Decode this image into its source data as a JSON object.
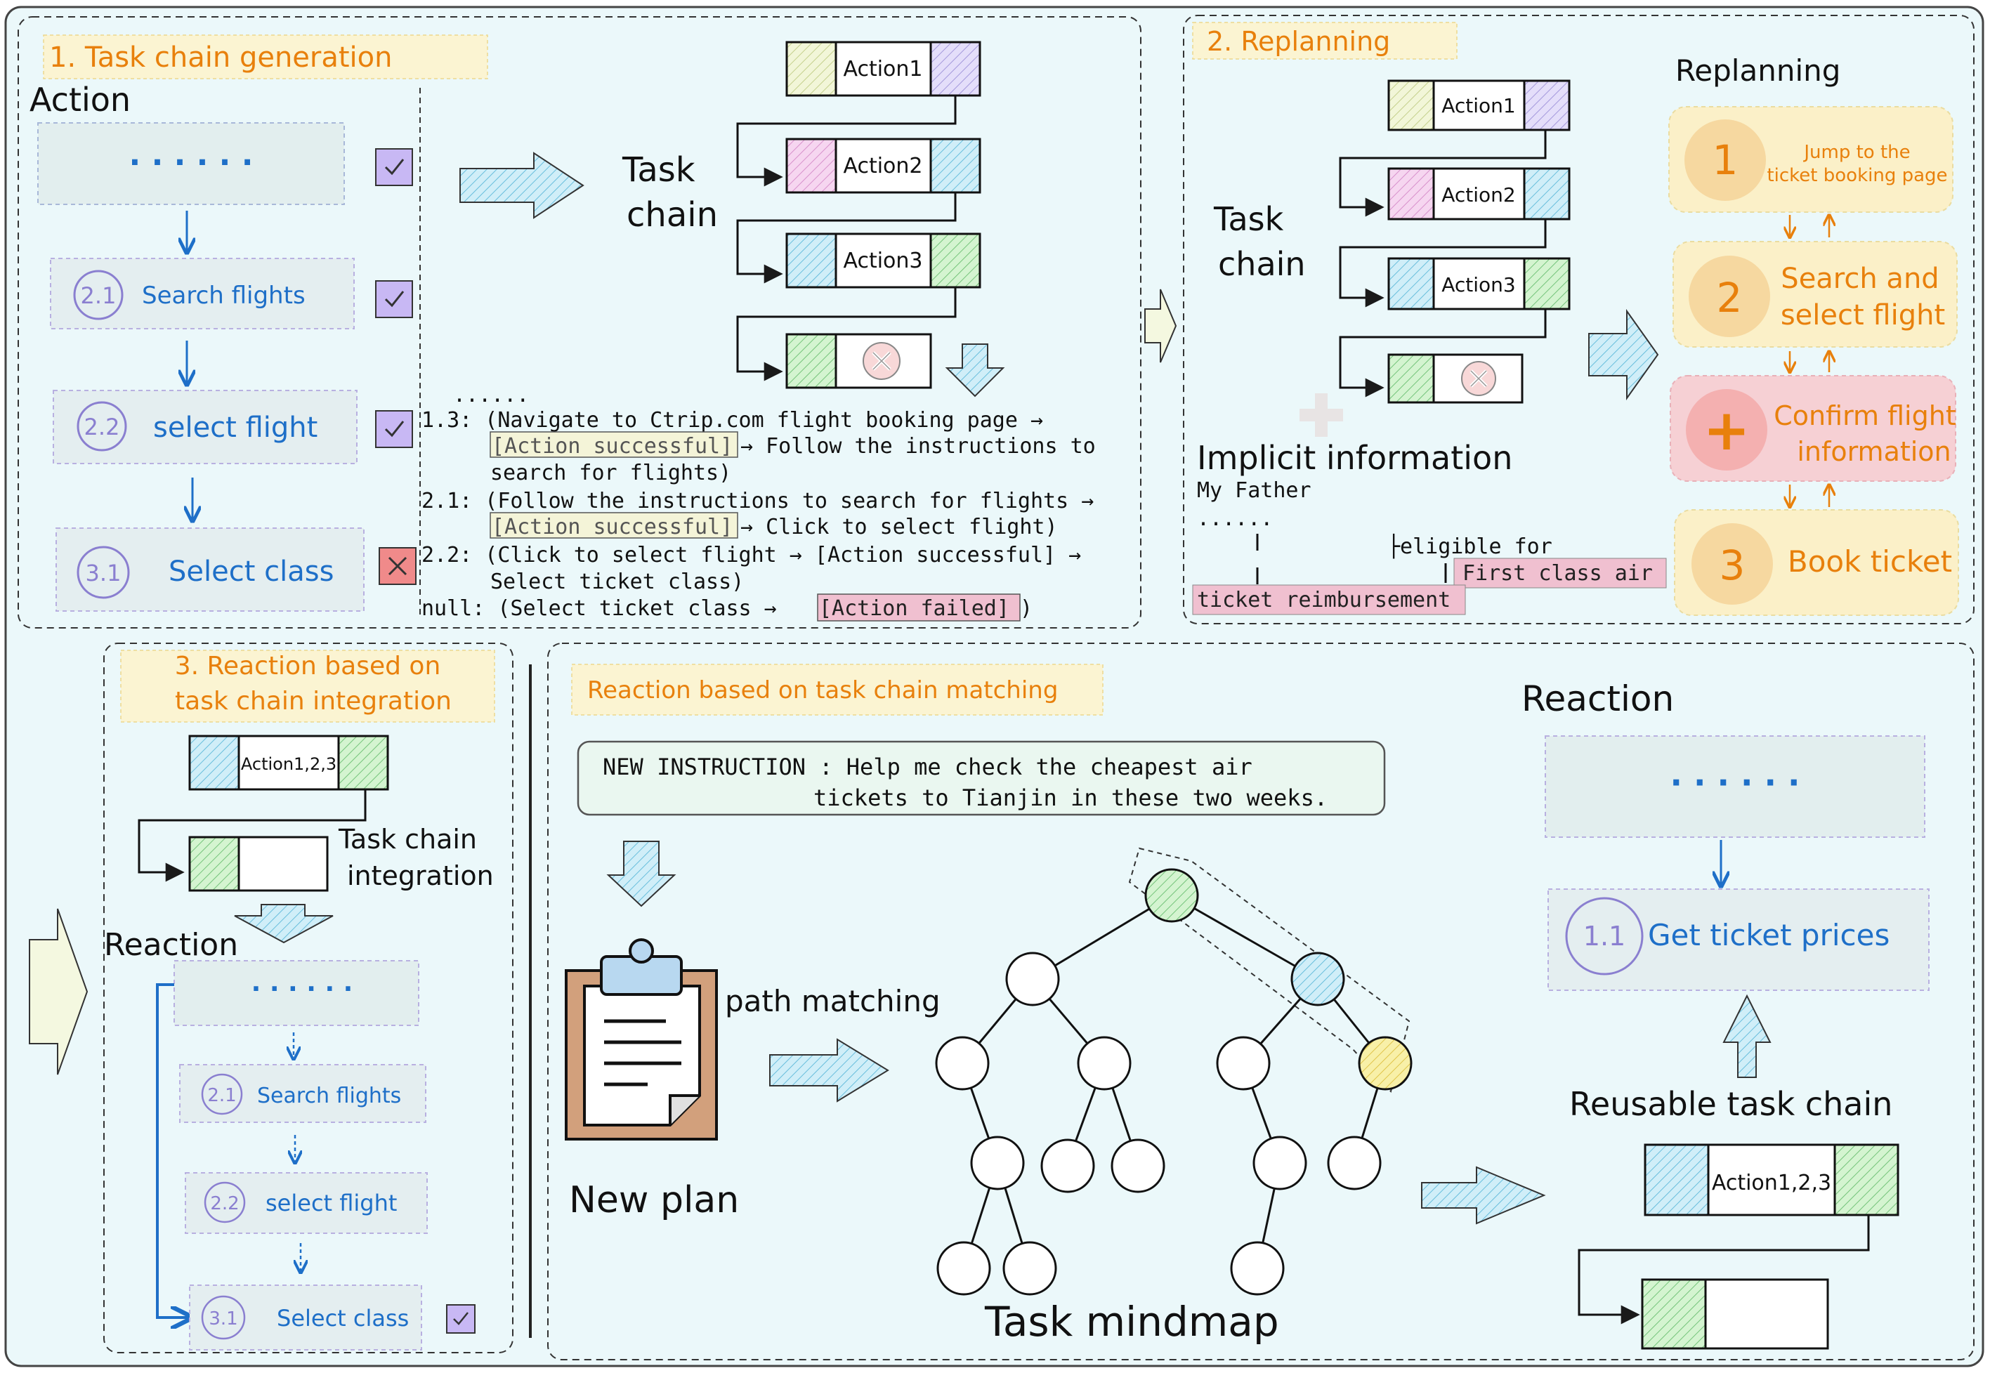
{
  "sections": {
    "task_chain_generation": "1. Task chain generation",
    "replanning": "2. Replanning",
    "reaction_integration_line1": "3. Reaction based on",
    "reaction_integration_line2": "task chain integration",
    "reaction_matching": "Reaction based on task chain matching"
  },
  "panel1": {
    "action_title": "Action",
    "dots": "· · · · · ·",
    "steps": [
      {
        "num": "2.1",
        "label": "Search flights",
        "status": "check"
      },
      {
        "num": "2.2",
        "label": "select flight",
        "status": "check"
      },
      {
        "num": "3.1",
        "label": "Select class",
        "status": "cross"
      }
    ],
    "task_chain_line1": "Task",
    "task_chain_line2": "chain",
    "actions": [
      "Action1",
      "Action2",
      "Action3"
    ],
    "log_ellipsis": "......",
    "log": {
      "l1a": "1.3: (Navigate to Ctrip.com flight booking page →",
      "l1b_tag": "[Action successful]",
      "l1b_rest": " → Follow the instructions to",
      "l1c": "search for flights)",
      "l2a": "2.1: (Follow the instructions to search for flights →",
      "l2b_tag": "[Action successful]",
      "l2b_rest": " → Click to select flight)",
      "l3a": "2.2: (Click to select flight → [Action successful] →",
      "l3b": "Select ticket class)",
      "l4a": "null: (Select ticket class → ",
      "l4_tag": "[Action failed]",
      "l4_end": ")"
    }
  },
  "panel2": {
    "task_chain_line1": "Task",
    "task_chain_line2": "chain",
    "actions": [
      "Action1",
      "Action2",
      "Action3"
    ],
    "implicit_title": "Implicit information",
    "my_father": "My Father",
    "ellipsis": "......",
    "eligible": "├eligible for",
    "first_class": "First class air",
    "reimbursement": "ticket reimbursement",
    "replanning_title": "Replanning",
    "steps": [
      {
        "num": "1",
        "line1": "Jump to the",
        "line2": "ticket booking page"
      },
      {
        "num": "2",
        "line1": "Search and",
        "line2": "select flight"
      },
      {
        "num": "+",
        "line1": "Confirm flight",
        "line2": "information"
      },
      {
        "num": "3",
        "line1": "Book ticket",
        "line2": ""
      }
    ]
  },
  "panel3": {
    "chain_label": "Action1,2,3",
    "integration_line1": "Task chain",
    "integration_line2": "integration",
    "reaction_title": "Reaction",
    "dots": "· · · · · ·",
    "steps": [
      {
        "num": "2.1",
        "label": "Search flights"
      },
      {
        "num": "2.2",
        "label": "select flight"
      },
      {
        "num": "3.1",
        "label": "Select class"
      }
    ]
  },
  "panel4": {
    "instruction_line1": "NEW INSTRUCTION :  Help me check the cheapest air",
    "instruction_line2": "tickets to Tianjin in these two weeks.",
    "new_plan": "New plan",
    "path_matching": "path matching",
    "task_mindmap": "Task mindmap",
    "reaction_title": "Reaction",
    "dots": "· · · · · ·",
    "step_num": "1.1",
    "step_label": "Get  ticket prices",
    "reusable": "Reusable task chain",
    "chain_label": "Action1,2,3"
  },
  "colors": {
    "orange": "#e8800c",
    "blue": "#1e6fc8",
    "purple": "#8a7fd0",
    "green_fill": "#c8f0c8",
    "pink_fill": "#f0c8e8",
    "teal_fill": "#c8ecf4",
    "lavender_fill": "#dcd4f8",
    "yellow_fill": "#eef4c8",
    "tag_pink": "#f0c0d0"
  }
}
